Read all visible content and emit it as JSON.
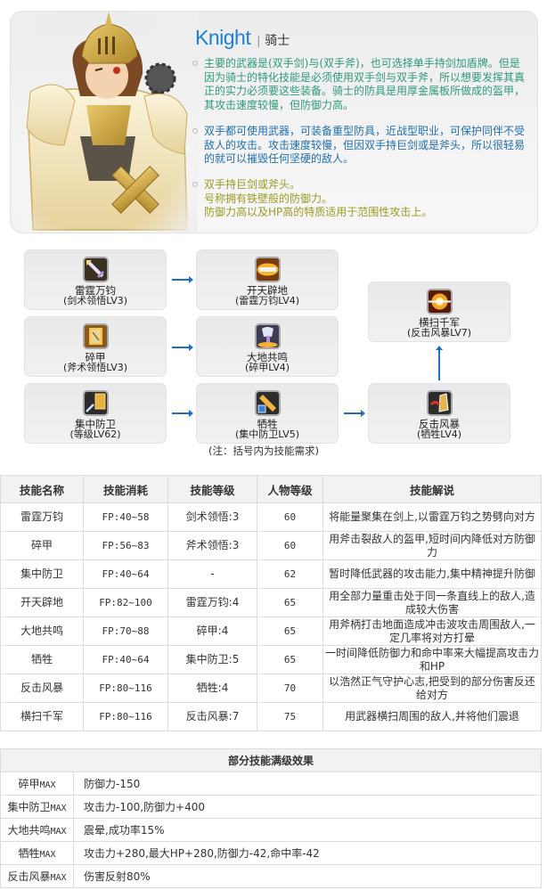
{
  "intro": {
    "title_en": "Knight",
    "title_sep": "|",
    "title_cn": "骑士",
    "paragraphs": [
      {
        "text": "主要的武器是(双手剑)与(双手斧)，也可选择单手持剑加盾牌。但是因为骑士的特化技能是必须使用双手剑与双手斧，所以想要发挥其真正的实力必须要这些装备。骑士的防具是用厚金属板所做成的盔甲，其攻击速度较慢，但防御力高。",
        "color": "#2d9a7c"
      },
      {
        "text": "双手都可使用武器，可装备重型防具，近战型职业，可保护同伴不受敌人的攻击。攻击速度较慢，但因双手持巨剑或是斧头，所以很轻易的就可以摧毁任何坚硬的敌人。",
        "color": "#1f6fb0"
      },
      {
        "lines": [
          "双手持巨剑或斧头。",
          "号称拥有铁壁般的防御力。",
          "防御力高以及HP高的特质适用于范围性攻击上。"
        ],
        "color": "#9a9a22"
      }
    ]
  },
  "skill_tree": {
    "nodes": [
      {
        "id": "leiting",
        "name": "雷霆万钧",
        "req": "(剑术领悟LV3)",
        "icon": "sword-icon"
      },
      {
        "id": "suijia",
        "name": "碎甲",
        "req": "(斧术领悟LV3)",
        "icon": "shatter-armor-icon"
      },
      {
        "id": "jizhong",
        "name": "集中防卫",
        "req": "(等级LV62)",
        "icon": "shield-guard-icon"
      },
      {
        "id": "kaitian",
        "name": "开天辟地",
        "req": "(雷霆万钧LV4)",
        "icon": "blazing-sword-icon"
      },
      {
        "id": "dadi",
        "name": "大地共鸣",
        "req": "(碎甲LV4)",
        "icon": "axe-quake-icon"
      },
      {
        "id": "xisheng",
        "name": "牺牲",
        "req": "(集中防卫LV5)",
        "icon": "sacrifice-icon"
      },
      {
        "id": "fanji",
        "name": "反击风暴",
        "req": "(牺牲LV4)",
        "icon": "counter-hand-icon"
      },
      {
        "id": "hengsao",
        "name": "横扫千军",
        "req": "(反击风暴LV7)",
        "icon": "burst-icon"
      }
    ],
    "note": "(注：括号内为技能需求)",
    "accent_color": "#1a6fc4"
  },
  "skills_table": {
    "headers": [
      "技能名称",
      "技能消耗",
      "技能等级",
      "人物等级",
      "技能解说"
    ],
    "rows": [
      [
        "雷霆万钧",
        "FP:40~58",
        "剑术领悟:3",
        "60",
        "将能量聚集在剑上,以雷霆万钧之势劈向对方"
      ],
      [
        "碎甲",
        "FP:56~83",
        "斧术领悟:3",
        "60",
        "用斧击裂敌人的盔甲,短时间内降低对方防御力"
      ],
      [
        "集中防卫",
        "FP:40~64",
        "-",
        "62",
        "暂时降低武器的攻击能力,集中精神提升防御"
      ],
      [
        "开天辟地",
        "FP:82~100",
        "雷霆万钧:4",
        "65",
        "用全部力量重击处于同一条直线上的敌人,造成较大伤害"
      ],
      [
        "大地共鸣",
        "FP:70~88",
        "碎甲:4",
        "65",
        "用斧柄打击地面造成冲击波攻击周围敌人,一定几率将对方打晕"
      ],
      [
        "牺牲",
        "FP:40~64",
        "集中防卫:5",
        "65",
        "一时间降低防御力和命中率来大幅提高攻击力和HP"
      ],
      [
        "反击风暴",
        "FP:80~116",
        "牺牲:4",
        "70",
        "以浩然正气守护心志,把受到的部分伤害反还给对方"
      ],
      [
        "横扫千军",
        "FP:80~116",
        "反击风暴:7",
        "75",
        "用武器横扫周围的敌人,并将他们震退"
      ]
    ]
  },
  "max_effects": {
    "title": "部分技能满级效果",
    "rows": [
      {
        "skill": "碎甲",
        "suffix": "MAX",
        "effect": "防御力-150"
      },
      {
        "skill": "集中防卫",
        "suffix": "MAX",
        "effect": "攻击力-100,防御力+400"
      },
      {
        "skill": "大地共鸣",
        "suffix": "MAX",
        "effect": "震晕,成功率15%"
      },
      {
        "skill": "牺牲",
        "suffix": "MAX",
        "effect": "攻击力+280,最大HP+280,防御力-42,命中率-42"
      },
      {
        "skill": "反击风暴",
        "suffix": "MAX",
        "effect": "伤害反射80%"
      }
    ]
  }
}
